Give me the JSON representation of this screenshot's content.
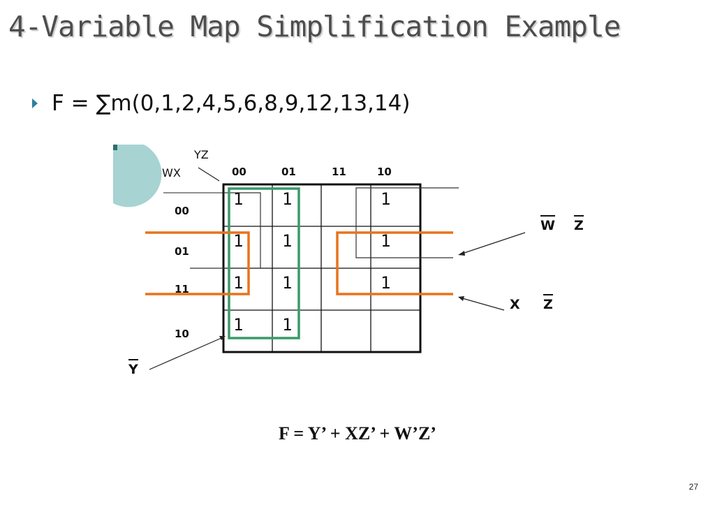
{
  "slide": {
    "title": "4-Variable Map Simplification Example",
    "bullet": "F = ∑m(0,1,2,4,5,6,8,9,12,13,14)",
    "result": "F = Y’ + XZ’ + W’Z’",
    "page_number": "27"
  },
  "kmap": {
    "row_var_label": "WX",
    "col_var_label": "YZ",
    "col_headers": [
      "00",
      "01",
      "11",
      "10"
    ],
    "row_headers": [
      "00",
      "01",
      "11",
      "10"
    ],
    "cells": [
      [
        "1",
        "1",
        "",
        "1"
      ],
      [
        "1",
        "1",
        "",
        "1"
      ],
      [
        "1",
        "1",
        "",
        "1"
      ],
      [
        "1",
        "1",
        "",
        ""
      ]
    ],
    "term_y": "Y",
    "term_wz_w": "W",
    "term_wz_z": "Z",
    "term_xz_x": "X",
    "term_xz_z": "Z"
  },
  "colors": {
    "title": "#4d4d4d",
    "bullet": "#2f7f9e",
    "green_group": "#3a9a6a",
    "orange_group": "#e8731c",
    "decor": "#a7d3d3"
  },
  "icons": {
    "bullet": "triangle-right-icon"
  }
}
